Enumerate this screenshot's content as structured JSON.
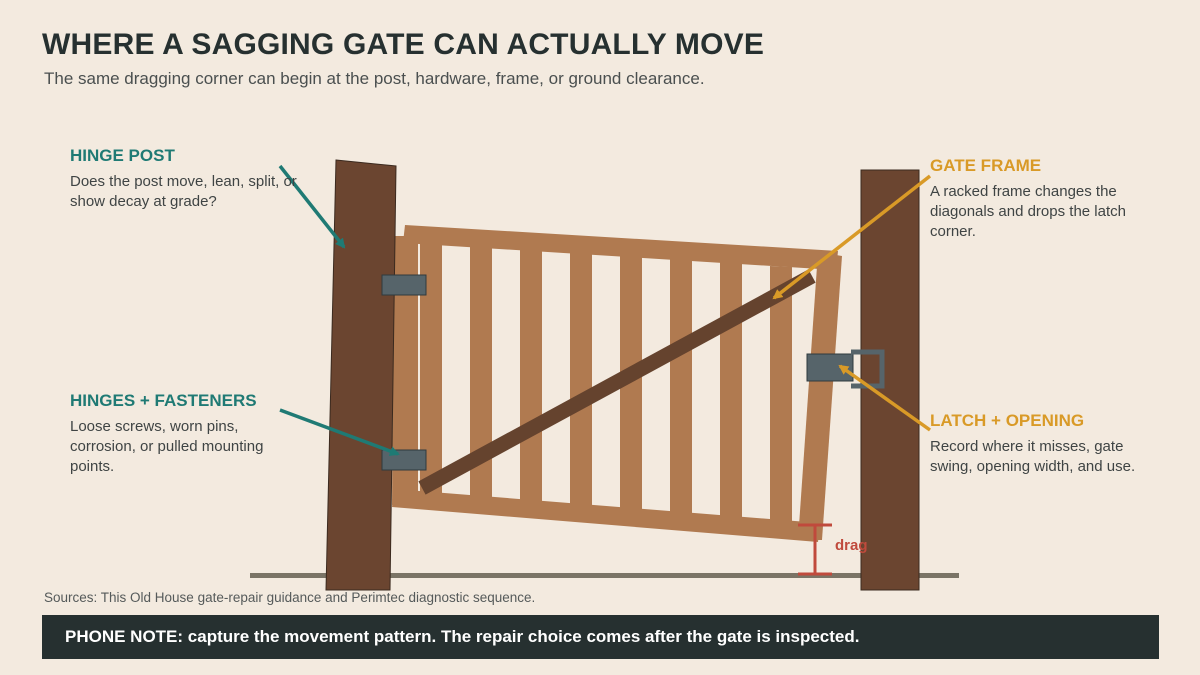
{
  "header": {
    "title": "WHERE A SAGGING GATE CAN ACTUALLY MOVE",
    "subtitle": "The same dragging corner can begin at the post, hardware, frame, or ground clearance."
  },
  "callouts": {
    "hinge_post": {
      "label": "HINGE POST",
      "desc": "Does the post move, lean, split, or show decay at grade?"
    },
    "hinges_fasteners": {
      "label": "HINGES + FASTENERS",
      "desc": "Loose screws, worn pins, corrosion, or pulled mounting points."
    },
    "gate_frame": {
      "label": "GATE FRAME",
      "desc": "A racked frame changes the diagonals and drops the latch corner."
    },
    "latch_opening": {
      "label": "LATCH + OPENING",
      "desc": "Record where it misses, gate swing, opening width, and use."
    }
  },
  "drag_label": "drag",
  "sources": "Sources: This Old House gate-repair guidance and Perimtec diagnostic sequence.",
  "note": "PHONE NOTE: capture the movement pattern. The repair choice comes after the gate is inspected.",
  "colors": {
    "background": "#f3eadf",
    "post": "#6b4530",
    "gate_wood": "#b07a50",
    "brace": "#65432e",
    "hardware": "#56646a",
    "teal": "#1f7a74",
    "gold": "#d99a27",
    "drag_red": "#c04a3c",
    "ground": "#7a7466",
    "note_bar": "#263030"
  }
}
